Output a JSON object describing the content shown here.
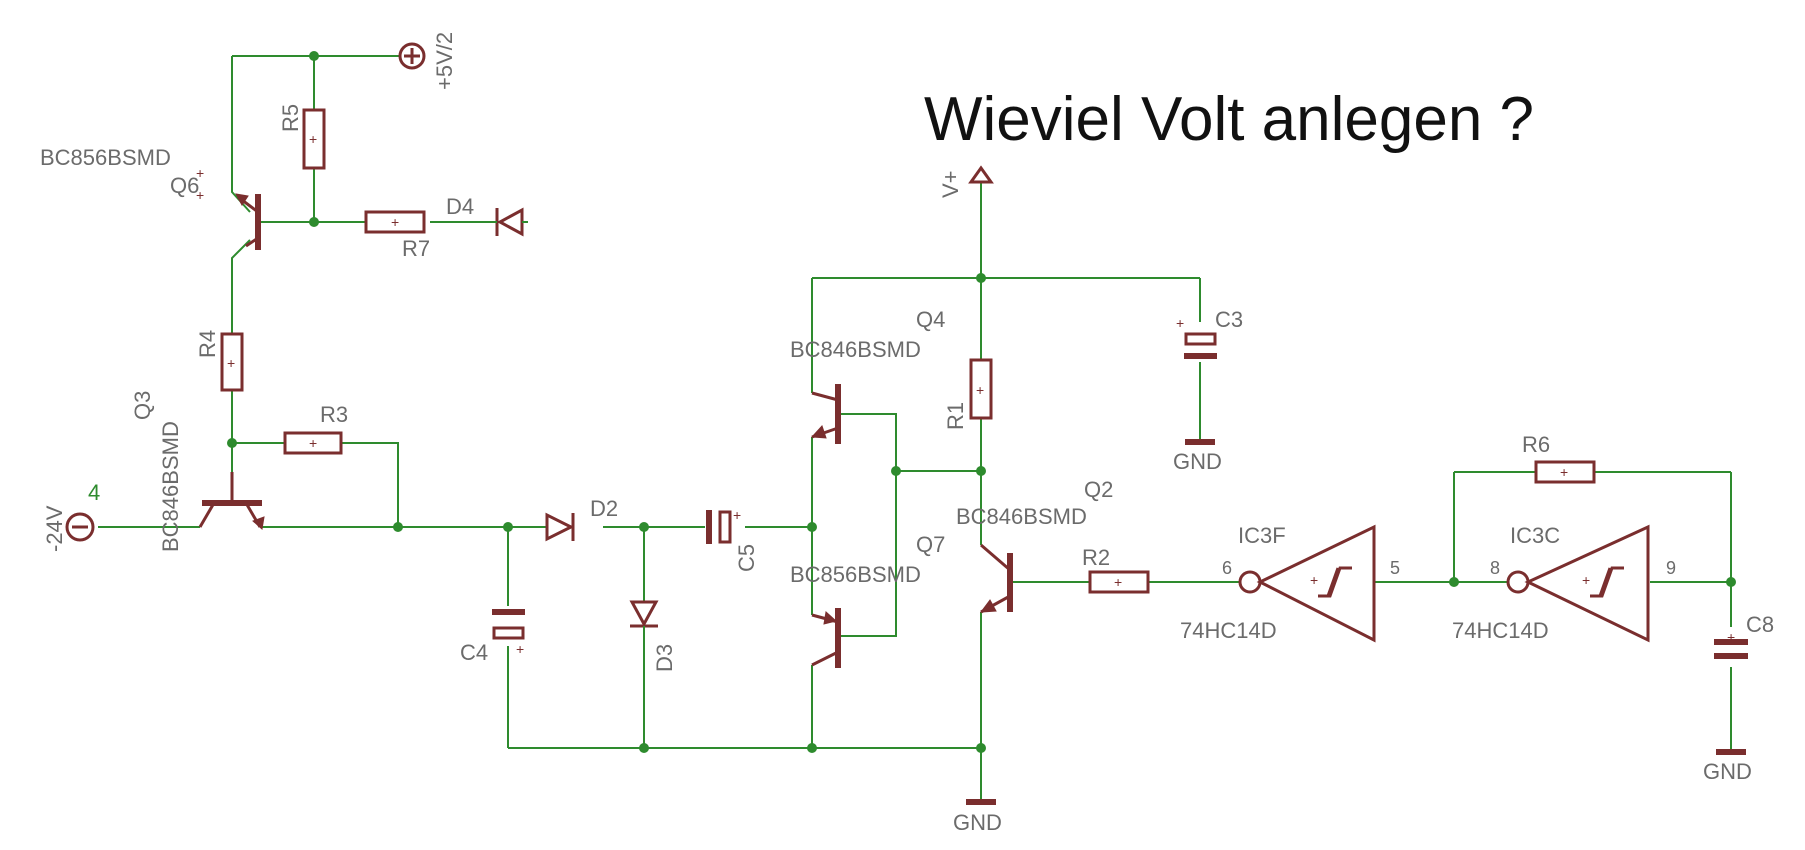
{
  "title": "Wieviel Volt anlegen ?",
  "supplies": {
    "plus5v2": "+5V/2",
    "vplus": "V+",
    "minus24": "-24V",
    "minus24_pin": "4"
  },
  "ground_label": "GND",
  "components": {
    "q6_ref": "Q6",
    "q6_type": "BC856BSMD",
    "q3_ref": "Q3",
    "q3_type": "BC846BSMD",
    "q4_ref": "Q4",
    "q4_type": "BC846BSMD",
    "q7_ref": "Q7",
    "q7_type": "BC856BSMD",
    "q2_ref": "Q2",
    "q2_type": "BC846BSMD",
    "r1": "R1",
    "r2": "R2",
    "r3": "R3",
    "r4": "R4",
    "r5": "R5",
    "r6": "R6",
    "r7": "R7",
    "d2": "D2",
    "d3": "D3",
    "d4": "D4",
    "c3": "C3",
    "c4": "C4",
    "c5": "C5",
    "c8": "C8",
    "ic3f_ref": "IC3F",
    "ic3f_type": "74HC14D",
    "ic3c_ref": "IC3C",
    "ic3c_type": "74HC14D"
  },
  "pins": {
    "ic3f_in": "6",
    "ic3f_out": "5",
    "ic3c_in": "8",
    "ic3c_out": "9"
  },
  "marks": {
    "plus": "+"
  },
  "colors": {
    "wire": "#2e8b2e",
    "part": "#7a2e2e",
    "label": "#6b6b6b",
    "title": "#111111"
  }
}
